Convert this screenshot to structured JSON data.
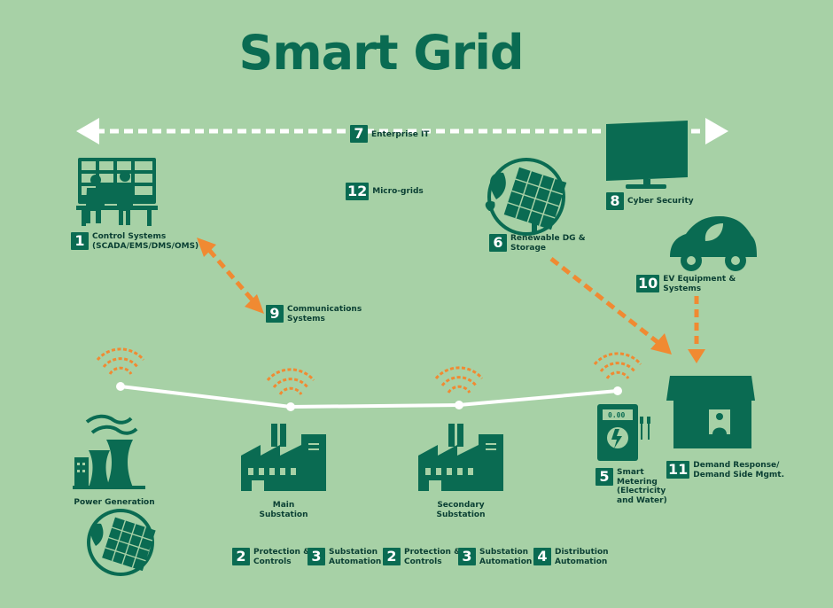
{
  "title": "Smart Grid",
  "colors": {
    "background": "#a7d1a6",
    "primary": "#0a6b52",
    "accent": "#f08a32",
    "line": "#ffffff",
    "text": "#0a3f33"
  },
  "labels": {
    "l1": {
      "num": "1",
      "text": "Control Systems\n(SCADA/EMS/DMS/OMS)"
    },
    "l7": {
      "num": "7",
      "text": "Enterprise IT"
    },
    "l12": {
      "num": "12",
      "text": "Micro-grids"
    },
    "l6": {
      "num": "6",
      "text": "Renewable DG &\nStorage"
    },
    "l8": {
      "num": "8",
      "text": "Cyber Security"
    },
    "l10": {
      "num": "10",
      "text": "EV Equipment &\nSystems"
    },
    "l9": {
      "num": "9",
      "text": "Communications\nSystems"
    },
    "l5": {
      "num": "5",
      "text": "Smart\nMetering\n(Electricity\nand Water)"
    },
    "l11": {
      "num": "11",
      "text": "Demand Response/\nDemand Side Mgmt."
    },
    "b1": {
      "num": "2",
      "text": "Protection &\nControls"
    },
    "b2": {
      "num": "3",
      "text": "Substation\nAutomation"
    },
    "b3": {
      "num": "2",
      "text": "Protection &\nControls"
    },
    "b4": {
      "num": "3",
      "text": "Substation\nAutomation"
    },
    "b5": {
      "num": "4",
      "text": "Distribution\nAutomation"
    }
  },
  "captions": {
    "power_generation": "Power Generation",
    "main_substation": "Main\nSubstation",
    "secondary_substation": "Secondary\nSubstation"
  }
}
